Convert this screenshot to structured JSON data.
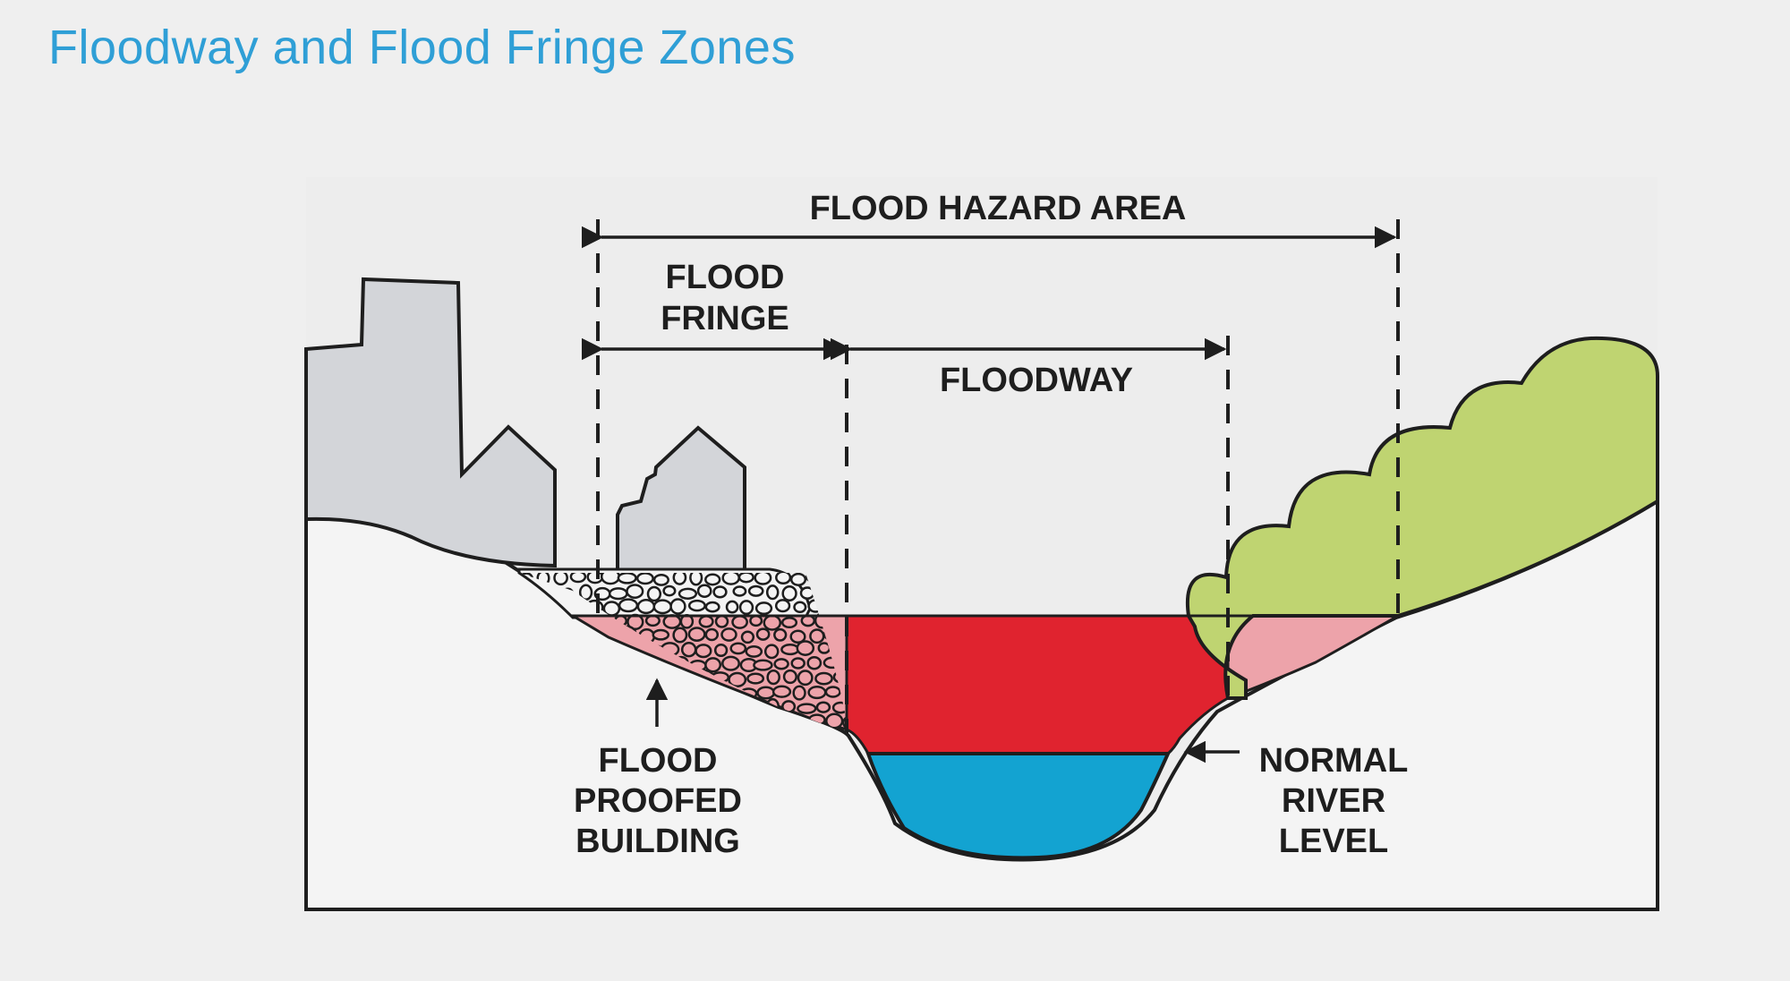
{
  "title": "Floodway and Flood Fringe Zones",
  "labels": {
    "flood_hazard_area": "FLOOD HAZARD AREA",
    "flood_fringe": [
      "FLOOD",
      "FRINGE"
    ],
    "floodway": "FLOODWAY",
    "flood_proofed_building": [
      "FLOOD",
      "PROOFED",
      "BUILDING"
    ],
    "normal_river_level": [
      "NORMAL",
      "RIVER",
      "LEVEL"
    ]
  },
  "colors": {
    "title": "#2f9fd6",
    "floodway_water": "#e0232f",
    "flood_fringe_water": "#eda3aa",
    "normal_river": "#13a3d1",
    "buildings": "#d3d5d9",
    "trees": "#bfd471",
    "ground": "#f4f4f4",
    "outline": "#1e1e1e"
  },
  "icons": {
    "arrow_up": "arrow-up-icon",
    "arrow_left": "arrow-left-icon"
  }
}
